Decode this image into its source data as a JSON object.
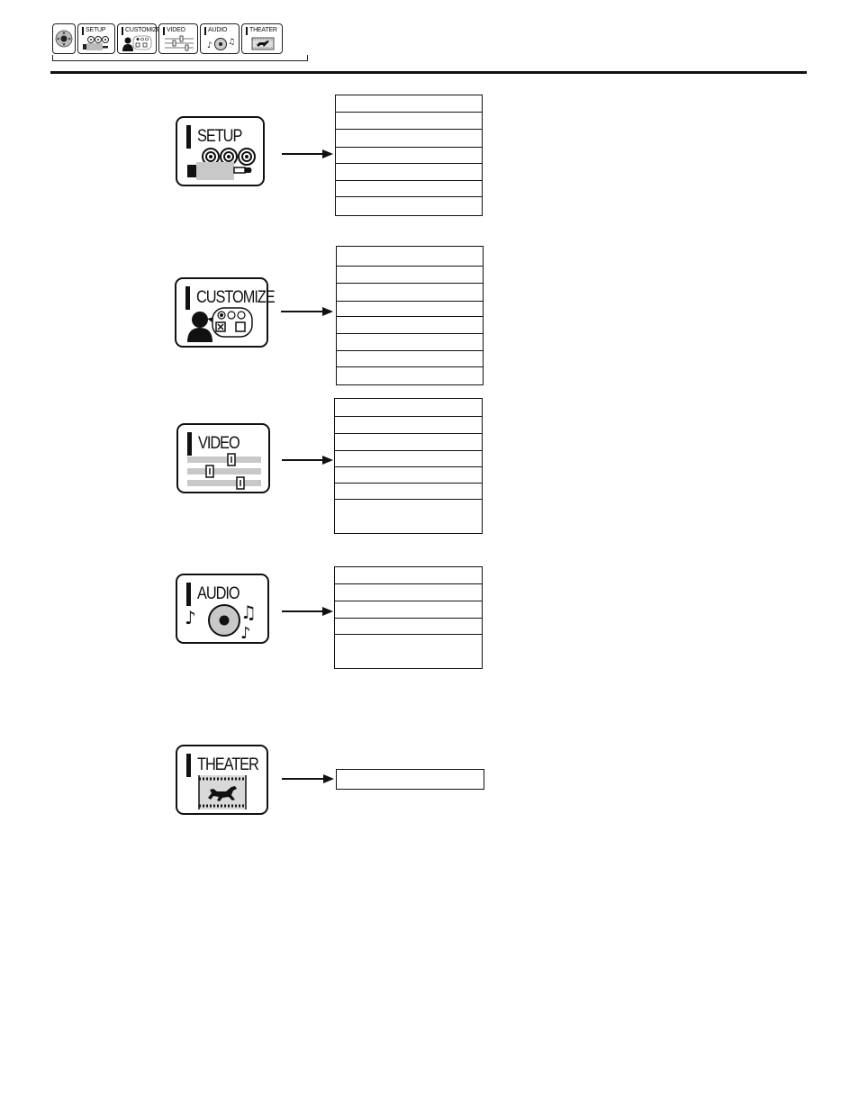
{
  "nav": {
    "tabs": [
      {
        "label": "",
        "icon": "dpad-icon"
      },
      {
        "label": "SETUP",
        "icon": "projector-reels-icon"
      },
      {
        "label": "CUSTOMIZE",
        "icon": "person-speech-icon"
      },
      {
        "label": "VIDEO",
        "icon": "sliders-icon"
      },
      {
        "label": "AUDIO",
        "icon": "disc-notes-icon"
      },
      {
        "label": "THEATER",
        "icon": "film-horse-icon"
      }
    ]
  },
  "menus": [
    {
      "title": "SETUP",
      "icon": "projector-reels-icon",
      "rows": 7
    },
    {
      "title": "CUSTOMIZE",
      "icon": "person-speech-icon",
      "rows": 8
    },
    {
      "title": "VIDEO",
      "icon": "sliders-icon",
      "rows": 7
    },
    {
      "title": "AUDIO",
      "icon": "disc-notes-icon",
      "rows": 5
    },
    {
      "title": "THEATER",
      "icon": "film-horse-icon",
      "rows": 1
    }
  ]
}
